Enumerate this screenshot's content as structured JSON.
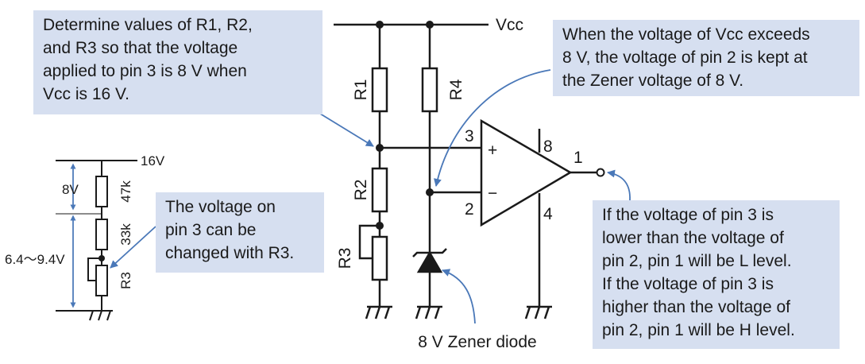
{
  "notes": {
    "top_left": "Determine values of R1, R2,\nand R3 so that the voltage\napplied to pin 3 is 8 V when\nVcc is 16 V.",
    "top_right": "When the voltage of Vcc exceeds\n8 V, the voltage of pin 2 is kept at\nthe Zener voltage of  8 V.",
    "middle": "The voltage on\npin 3 can be\nchanged with R3.",
    "bottom_right": "If the voltage of pin 3 is\nlower than the voltage of\npin 2, pin 1 will be L level.\nIf the voltage of pin 3 is\nhigher than the voltage of\npin 2, pin 1 will be H level."
  },
  "main_circuit": {
    "vcc": "Vcc",
    "r1": "R1",
    "r2": "R2",
    "r3": "R3",
    "r4": "R4",
    "pin3": "3",
    "pin2": "2",
    "pin8": "8",
    "pin4": "4",
    "pin1": "1",
    "plus": "+",
    "minus": "−",
    "zener_caption": "8 V Zener diode"
  },
  "divider": {
    "supply": "16V",
    "v_top": "8V",
    "v_range": "6.4〜9.4V",
    "r_top": "47k",
    "r_mid": "33k",
    "r_pot": "R3"
  },
  "colors": {
    "note_bg": "#d6dff0",
    "arrow": "#4a78b8",
    "wire": "#1a1a1a"
  }
}
